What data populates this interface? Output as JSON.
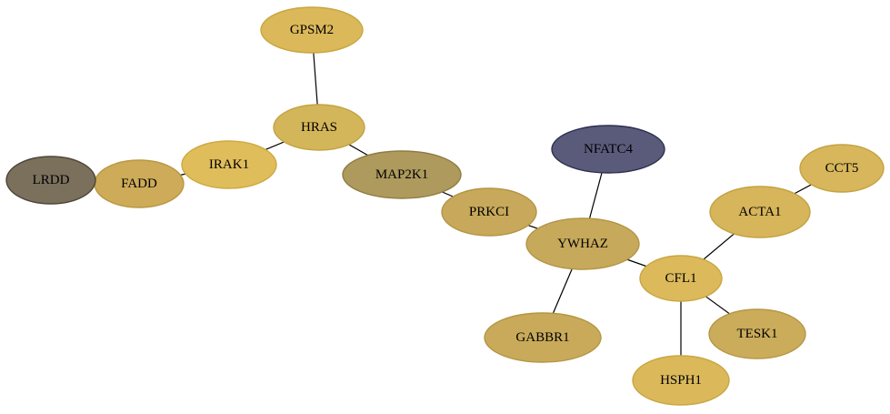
{
  "graph": {
    "nodes": [
      {
        "id": "GPSM2",
        "label": "GPSM2",
        "fill": "#dbb85a",
        "stroke": "#c9a640"
      },
      {
        "id": "HRAS",
        "label": "HRAS",
        "fill": "#d4b65a",
        "stroke": "#c2a343"
      },
      {
        "id": "IRAK1",
        "label": "IRAK1",
        "fill": "#e0bd5b",
        "stroke": "#cea942"
      },
      {
        "id": "FADD",
        "label": "FADD",
        "fill": "#cdab58",
        "stroke": "#b99842"
      },
      {
        "id": "LRDD",
        "label": "LRDD",
        "fill": "#7a705c",
        "stroke": "#4e4638"
      },
      {
        "id": "MAP2K1",
        "label": "MAP2K1",
        "fill": "#ad9a5c",
        "stroke": "#8e7d44"
      },
      {
        "id": "PRKCI",
        "label": "PRKCI",
        "fill": "#c8a95b",
        "stroke": "#b39545"
      },
      {
        "id": "NFATC4",
        "label": "NFATC4",
        "fill": "#5a5b7b",
        "stroke": "#2e2f4f"
      },
      {
        "id": "YWHAZ",
        "label": "YWHAZ",
        "fill": "#c7a95b",
        "stroke": "#b39545"
      },
      {
        "id": "GABBR1",
        "label": "GABBR1",
        "fill": "#c9aa5a",
        "stroke": "#b49543"
      },
      {
        "id": "CFL1",
        "label": "CFL1",
        "fill": "#dcb95b",
        "stroke": "#c9a641"
      },
      {
        "id": "ACTA1",
        "label": "ACTA1",
        "fill": "#d6b55b",
        "stroke": "#c3a243"
      },
      {
        "id": "CCT5",
        "label": "CCT5",
        "fill": "#d8b65b",
        "stroke": "#c5a343"
      },
      {
        "id": "TESK1",
        "label": "TESK1",
        "fill": "#cbac5b",
        "stroke": "#b69744"
      },
      {
        "id": "HSPH1",
        "label": "HSPH1",
        "fill": "#dbb95b",
        "stroke": "#c8a642"
      }
    ],
    "edges": [
      {
        "source": "GPSM2",
        "target": "HRAS"
      },
      {
        "source": "HRAS",
        "target": "IRAK1"
      },
      {
        "source": "HRAS",
        "target": "MAP2K1"
      },
      {
        "source": "IRAK1",
        "target": "FADD"
      },
      {
        "source": "FADD",
        "target": "LRDD"
      },
      {
        "source": "MAP2K1",
        "target": "PRKCI"
      },
      {
        "source": "PRKCI",
        "target": "YWHAZ"
      },
      {
        "source": "NFATC4",
        "target": "YWHAZ"
      },
      {
        "source": "YWHAZ",
        "target": "GABBR1"
      },
      {
        "source": "YWHAZ",
        "target": "CFL1"
      },
      {
        "source": "CFL1",
        "target": "ACTA1"
      },
      {
        "source": "ACTA1",
        "target": "CCT5"
      },
      {
        "source": "CFL1",
        "target": "TESK1"
      },
      {
        "source": "CFL1",
        "target": "HSPH1"
      }
    ]
  }
}
